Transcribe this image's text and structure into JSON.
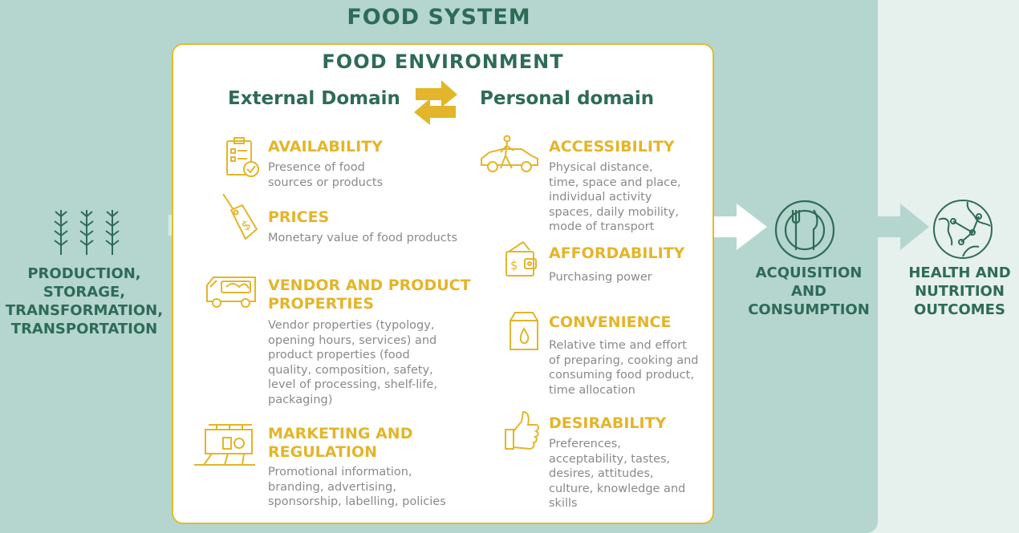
{
  "food_system": {
    "title": "FOOD SYSTEM"
  },
  "food_environment": {
    "title": "FOOD ENVIRONMENT",
    "external_domain": "External Domain",
    "personal_domain": "Personal domain"
  },
  "left": {
    "label": "PRODUCTION,\nSTORAGE,\nTRANSFORMATION,\nTRANSPORTATION",
    "icon": "wheat-icon"
  },
  "external": [
    {
      "title": "AVAILABILITY",
      "desc": "Presence of food\nsources or products",
      "icon": "checklist-icon"
    },
    {
      "title": "PRICES",
      "desc": "Monetary value of food products",
      "icon": "price-tag-icon"
    },
    {
      "title": "VENDOR AND PRODUCT\nPROPERTIES",
      "desc": "Vendor properties (typology,\nopening hours, services) and\nproduct properties (food\nquality, composition, safety,\nlevel of processing, shelf-life,\npackaging)",
      "icon": "food-truck-icon"
    },
    {
      "title": "MARKETING AND\nREGULATION",
      "desc": "Promotional information,\nbranding, advertising,\nsponsorship, labelling, policies",
      "icon": "billboard-icon"
    }
  ],
  "personal": [
    {
      "title": "ACCESSIBILITY",
      "desc": "Physical distance,\ntime, space and place,\nindividual activity\nspaces, daily mobility,\nmode of transport",
      "icon": "car-pedestrian-icon"
    },
    {
      "title": "AFFORDABILITY",
      "desc": "Purchasing power",
      "icon": "wallet-icon"
    },
    {
      "title": "CONVENIENCE",
      "desc": "Relative time and effort\nof preparing, cooking and\nconsuming food product,\ntime allocation",
      "icon": "milk-carton-icon"
    },
    {
      "title": "DESIRABILITY",
      "desc": "Preferences,\nacceptability, tastes,\ndesires, attitudes,\nculture, knowledge and\nskills",
      "icon": "thumbs-up-icon"
    }
  ],
  "acquisition": {
    "label": "ACQUISITION\nAND\nCONSUMPTION",
    "icon": "plate-cutlery-icon"
  },
  "outcomes": {
    "label": "HEALTH AND\nNUTRITION\nOUTCOMES",
    "icon": "globe-icon"
  },
  "colors": {
    "teal_dark": "#2e6b57",
    "teal_panel": "#b4d6cf",
    "yellow": "#e3b52a",
    "gray_text": "#8a8a8a"
  }
}
